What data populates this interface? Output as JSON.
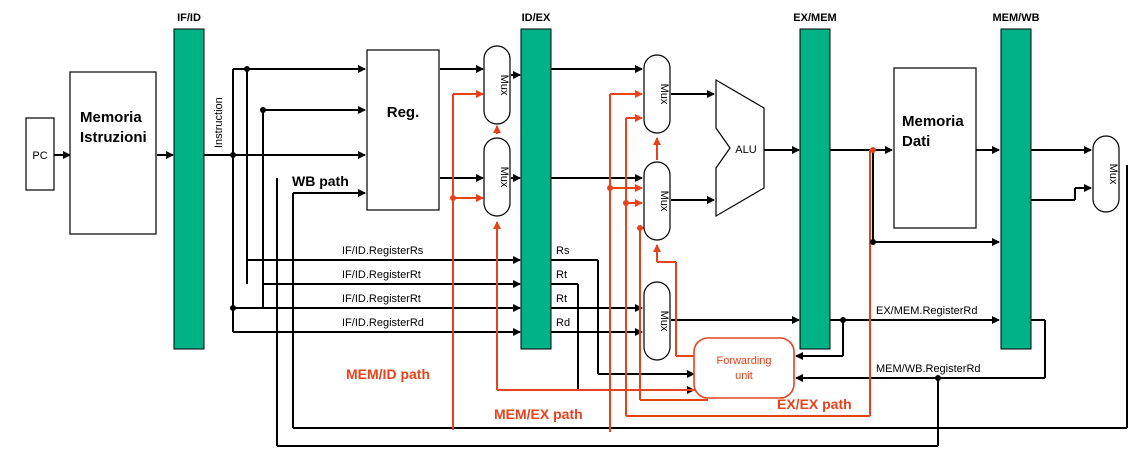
{
  "colors": {
    "line": "#000000",
    "forward": "#e8421c",
    "register": "#00b386",
    "forwarding_text": "#e8421c",
    "background": "#ffffff"
  },
  "labels": {
    "if_id": "IF/ID",
    "id_ex": "ID/EX",
    "ex_mem": "EX/MEM",
    "mem_wb": "MEM/WB",
    "pc": "PC",
    "instr_mem_line1": "Memoria",
    "instr_mem_line2": "Istruzioni",
    "instruction": "Instruction",
    "reg": "Reg.",
    "wb_path": "WB path",
    "data_mem_line1": "Memoria",
    "data_mem_line2": "Dati",
    "alu": "ALU",
    "mux": "Mux",
    "forwarding_line1": "Forwarding",
    "forwarding_line2": "unit",
    "if_id_rs": "IF/ID.RegisterRs",
    "if_id_rt_1": "IF/ID.RegisterRt",
    "if_id_rt_2": "IF/ID.RegisterRt",
    "if_id_rd": "IF/ID.RegisterRd",
    "rs": "Rs",
    "rt_1": "Rt",
    "rt_2": "Rt",
    "rd": "Rd",
    "ex_mem_rd": "EX/MEM.RegisterRd",
    "mem_wb_rd": "MEM/WB.RegisterRd",
    "mem_id_path": "MEM/ID path",
    "mem_ex_path": "MEM/EX path",
    "ex_ex_path": "EX/EX path"
  }
}
